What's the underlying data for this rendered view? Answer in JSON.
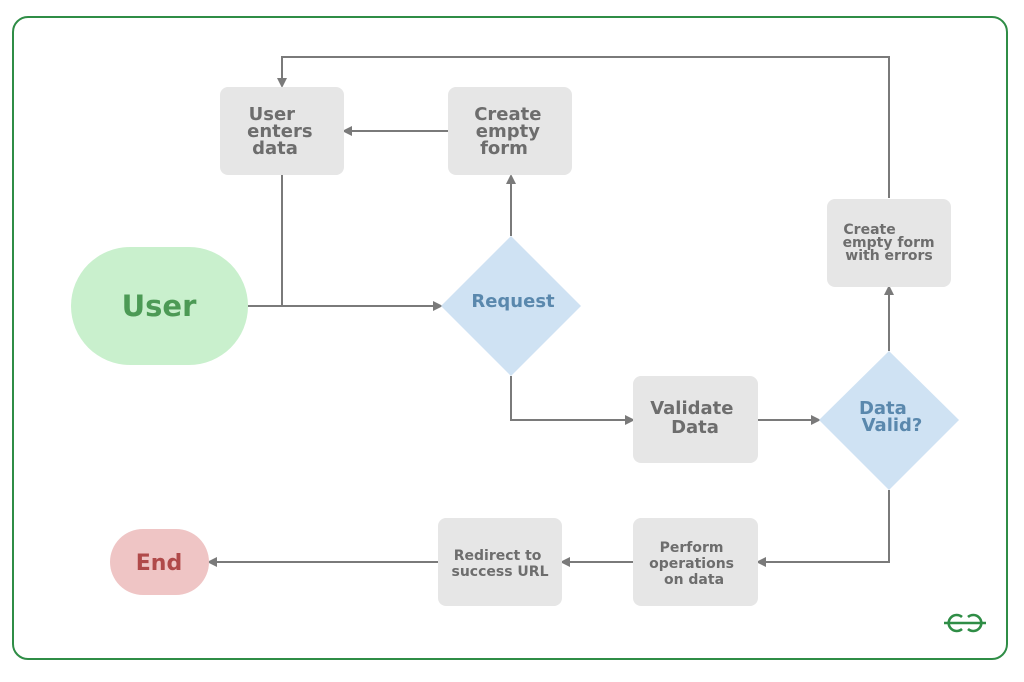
{
  "nodes": {
    "user": "User",
    "user_enters_data": [
      "User",
      "enters",
      "data"
    ],
    "create_empty_form": [
      "Create",
      "empty",
      "form"
    ],
    "request": "Request",
    "create_empty_form_with_errors": [
      "Create",
      "empty form",
      "with errors"
    ],
    "validate_data": [
      "Validate",
      "Data"
    ],
    "data_valid": [
      "Data",
      "Valid?"
    ],
    "perform_operations": [
      "Perform",
      "operations",
      "on data"
    ],
    "redirect": [
      "Redirect to",
      "success URL"
    ],
    "end": "End"
  },
  "colors": {
    "frame": "#2f8d46",
    "process_fill": "#e6e6e6",
    "process_text": "#6d6d6d",
    "decision_fill": "#cfe2f3",
    "decision_text": "#5a88ad",
    "start_fill": "#c9f0cd",
    "start_text": "#4c9a55",
    "end_fill": "#efc5c5",
    "end_text": "#b04a4a",
    "arrow": "#7a7a7a"
  },
  "logo": {
    "icon": "gfg-logo-icon"
  }
}
